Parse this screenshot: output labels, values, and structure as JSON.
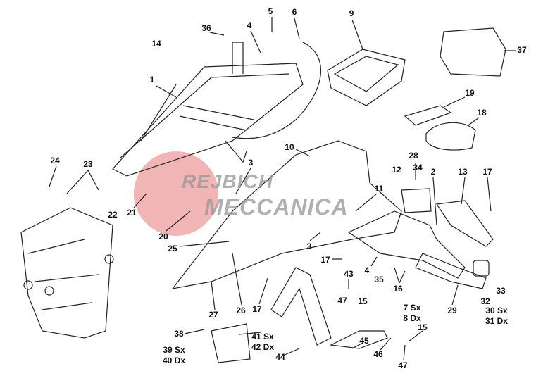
{
  "diagram": {
    "watermark": {
      "line1": "REJBICH",
      "line2": "MECCANICA",
      "accent_color": "#e87878"
    },
    "labels": [
      "1",
      "36",
      "4",
      "5",
      "6",
      "9",
      "37",
      "14",
      "19",
      "18",
      "10",
      "28",
      "34",
      "12",
      "2",
      "13",
      "17",
      "24",
      "23",
      "11",
      "3",
      "22",
      "21",
      "20",
      "25",
      "3",
      "17",
      "4",
      "35",
      "16",
      "43",
      "27",
      "26",
      "17",
      "47",
      "15",
      "7 Sx",
      "8 Dx",
      "29",
      "32",
      "33",
      "30 Sx",
      "31 Dx",
      "15",
      "38",
      "41 Sx",
      "42 Dx",
      "45",
      "46",
      "39 Sx",
      "40 Dx",
      "44",
      "47"
    ]
  }
}
